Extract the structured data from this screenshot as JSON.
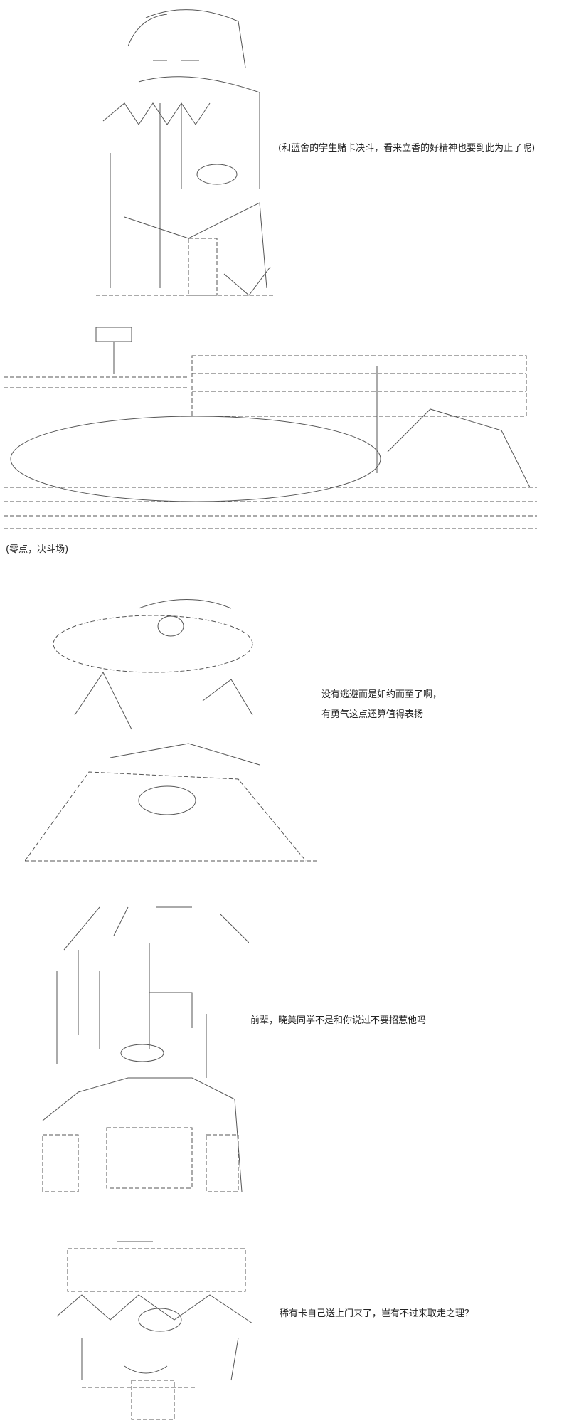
{
  "panels": [
    {
      "caption": "(和蓝舍的学生赌卡决斗，看来立香的好精神也要到此为止了呢)"
    },
    {
      "caption": "(零点，决斗场)"
    },
    {
      "lines": [
        "没有逃避而是如约而至了啊，",
        "有勇气这点还算值得表扬"
      ]
    },
    {
      "caption": "前辈，晓美同学不是和你说过不要招惹他吗"
    },
    {
      "caption": "稀有卡自己送上门来了，岂有不过来取走之理？"
    }
  ]
}
